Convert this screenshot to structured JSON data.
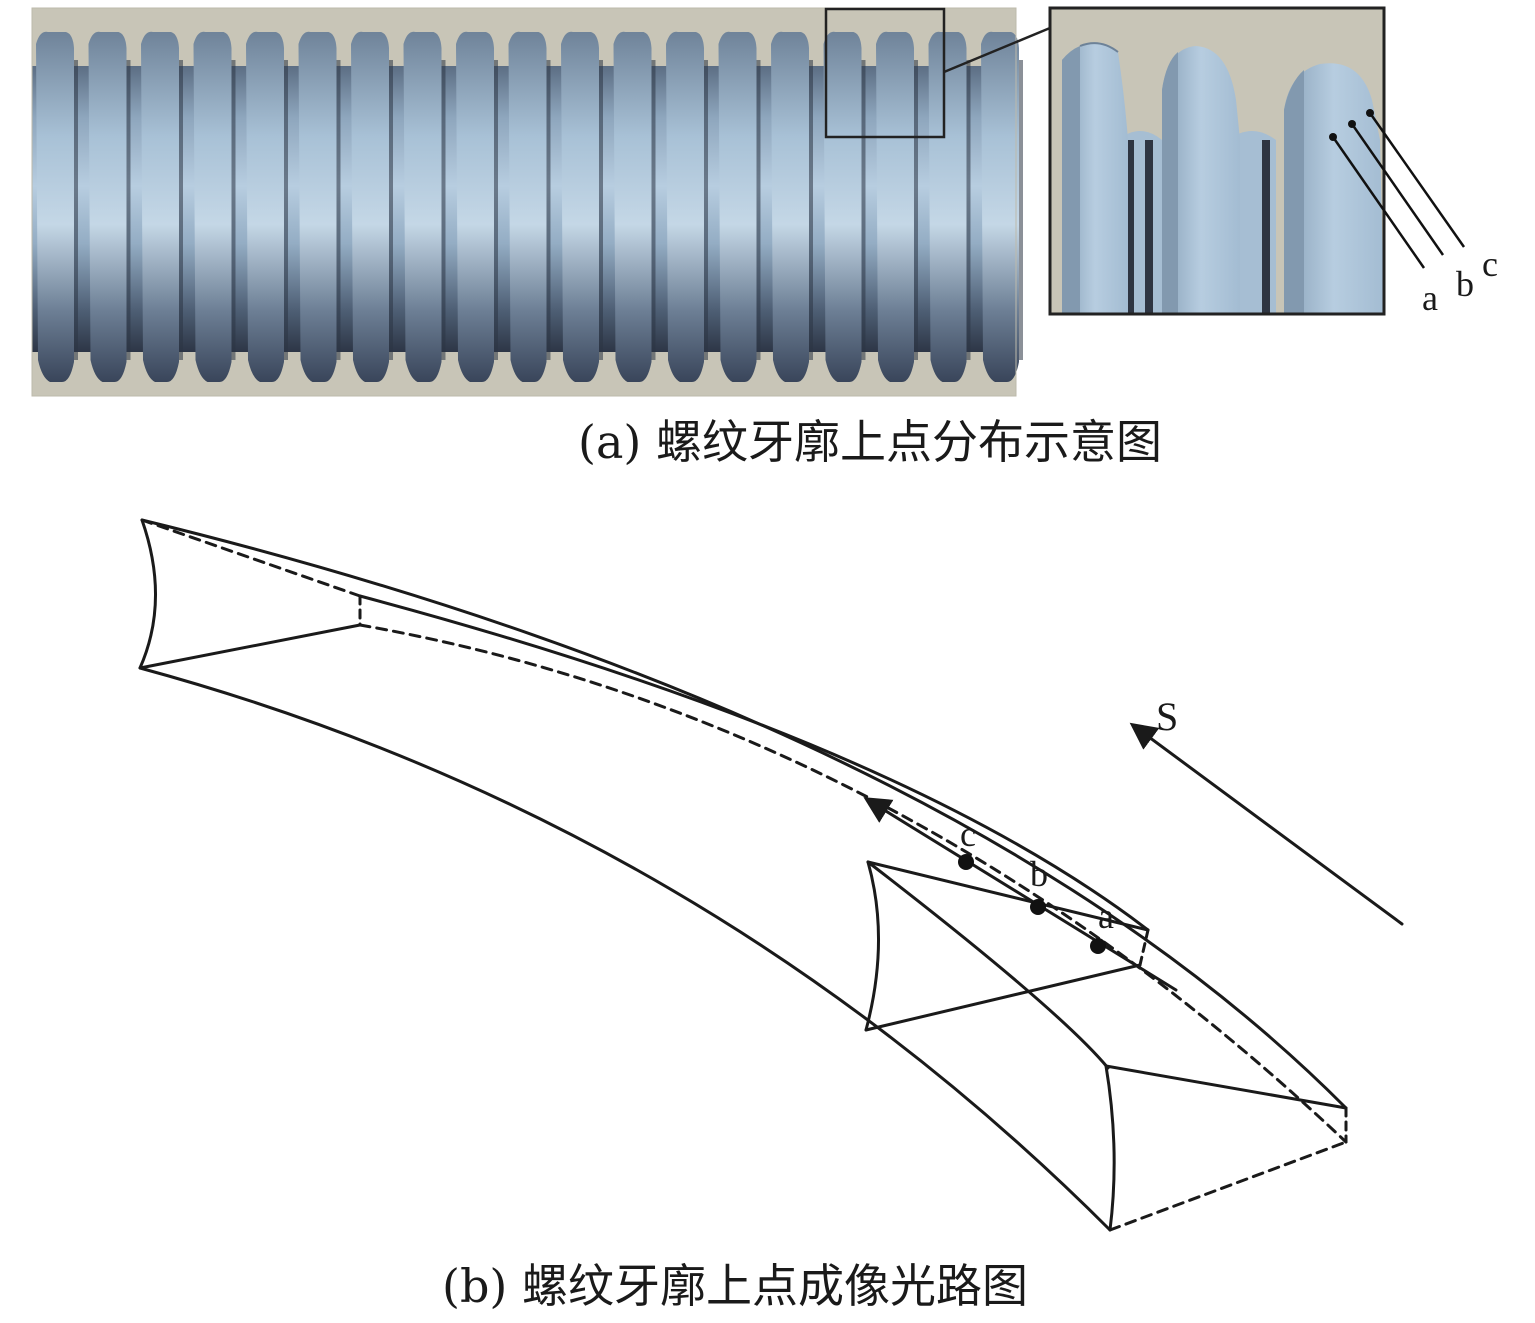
{
  "panel_a": {
    "caption": "(a) 螺纹牙廓上点分布示意图",
    "point_labels": {
      "a": "a",
      "b": "b",
      "c": "c"
    },
    "colors": {
      "background": "#c8c5b7",
      "thread_light": "#a9c3d8",
      "thread_dark": "#2f3a4c",
      "frame": "#222222"
    }
  },
  "panel_b": {
    "caption": "(b) 螺纹牙廓上点成像光路图",
    "point_labels": {
      "a": "a",
      "b": "b",
      "c": "c"
    },
    "direction_label": "S"
  }
}
